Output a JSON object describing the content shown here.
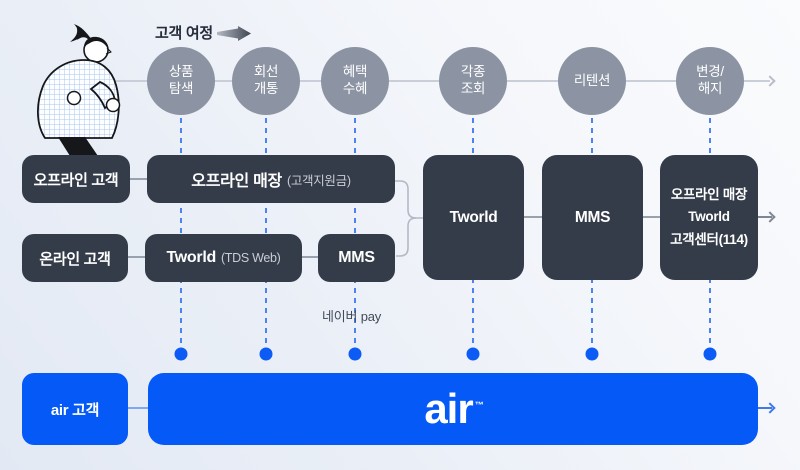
{
  "journey": {
    "label": "고객 여정",
    "stages": [
      {
        "line1": "상품",
        "line2": "탐색"
      },
      {
        "line1": "회선",
        "line2": "개통"
      },
      {
        "line1": "혜택",
        "line2": "수혜"
      },
      {
        "line1": "각종",
        "line2": "조회"
      },
      {
        "line1": "리텐션",
        "line2": ""
      },
      {
        "line1": "변경/",
        "line2": "해지"
      }
    ]
  },
  "rows": {
    "offline": {
      "customer": "오프라인 고객",
      "store": "오프라인 매장",
      "store_note": "(고객지원금)"
    },
    "online": {
      "customer": "온라인 고객",
      "tworld": "Tworld",
      "tworld_note": "(TDS Web)",
      "mms": "MMS"
    },
    "tall": {
      "tworld": "Tworld",
      "mms": "MMS",
      "box3_line1": "오프라인 매장",
      "box3_line2": "Tworld",
      "box3_line3": "고객센터(114)"
    },
    "air": {
      "customer": "air 고객",
      "brand": "air",
      "brand_tm": "™"
    }
  },
  "labels": {
    "naver_pay": "네이버 pay"
  },
  "colors": {
    "accent_blue": "#0459F7",
    "dashed_blue": "#4D83F1",
    "dark_box": "#353C49",
    "circle_gray": "#8C94A4",
    "line_gray": "#C9CED8"
  }
}
